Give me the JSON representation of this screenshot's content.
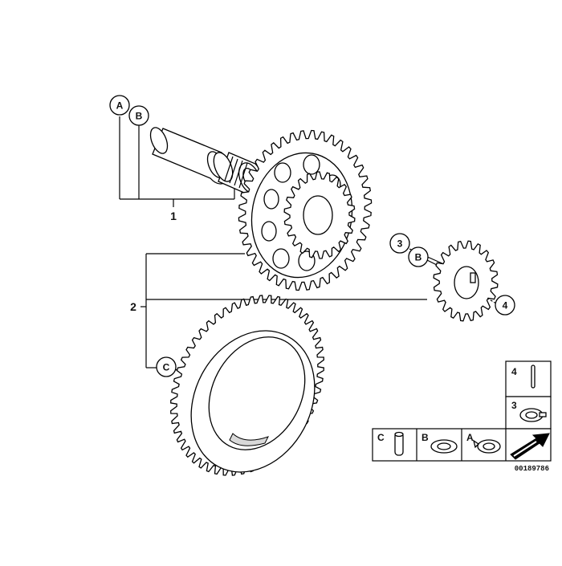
{
  "diagram": {
    "part_code": "00189786",
    "callouts": [
      {
        "id": "A",
        "label": "A"
      },
      {
        "id": "B",
        "label": "B"
      },
      {
        "id": "B2",
        "label": "B"
      },
      {
        "id": "3",
        "label": "3"
      },
      {
        "id": "4",
        "label": "4"
      },
      {
        "id": "C",
        "label": "C"
      }
    ],
    "reference_numbers": [
      {
        "id": "1",
        "label": "1"
      },
      {
        "id": "2",
        "label": "2"
      }
    ],
    "legend_cells": [
      {
        "id": "4",
        "label": "4",
        "icon": "pin-icon"
      },
      {
        "id": "3",
        "label": "3",
        "icon": "lock-washer-icon"
      },
      {
        "id": "C",
        "label": "C",
        "icon": "dowel-icon"
      },
      {
        "id": "B",
        "label": "B",
        "icon": "washer-icon"
      },
      {
        "id": "A",
        "label": "A",
        "icon": "tab-washer-icon"
      }
    ]
  }
}
